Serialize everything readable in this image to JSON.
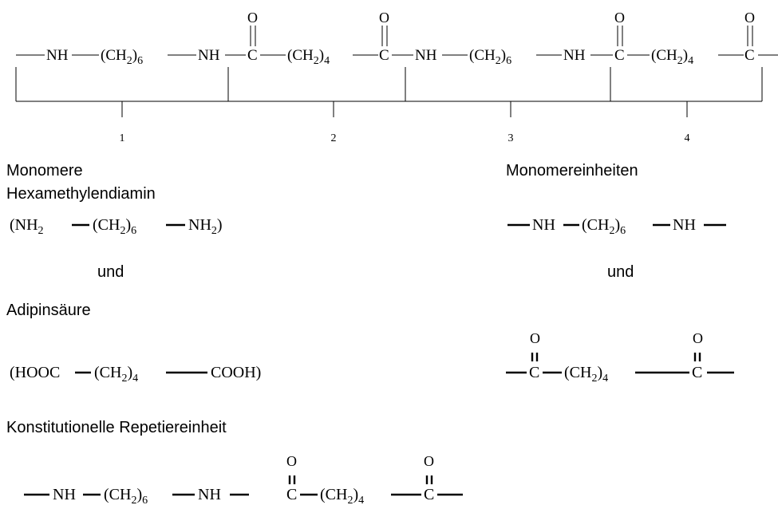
{
  "chain": {
    "nh": "NH",
    "c": "C",
    "o": "O",
    "ch2": "(CH",
    "sub2": "2",
    "close": ")",
    "n6": "6",
    "n4": "4",
    "segments": [
      "1",
      "2",
      "3",
      "4"
    ]
  },
  "left": {
    "heading": "Monomere",
    "monomer1_name": "Hexamethylendiamin",
    "monomer1_formula": {
      "open": "(NH",
      "sub2": "2",
      "ch2": "(CH",
      "close": ")",
      "n6": "6",
      "nh2": "NH",
      "end": ")"
    },
    "and": "und",
    "monomer2_name": "Adipinsäure",
    "monomer2_formula": {
      "open": "(HOOC",
      "ch2": "(CH",
      "sub2": "2",
      "close": ")",
      "n4": "4",
      "end": "COOH)"
    }
  },
  "right": {
    "heading": "Monomereinheiten",
    "and": "und"
  },
  "repeat_unit": {
    "heading": "Konstitutionelle Repetiereinheit"
  }
}
